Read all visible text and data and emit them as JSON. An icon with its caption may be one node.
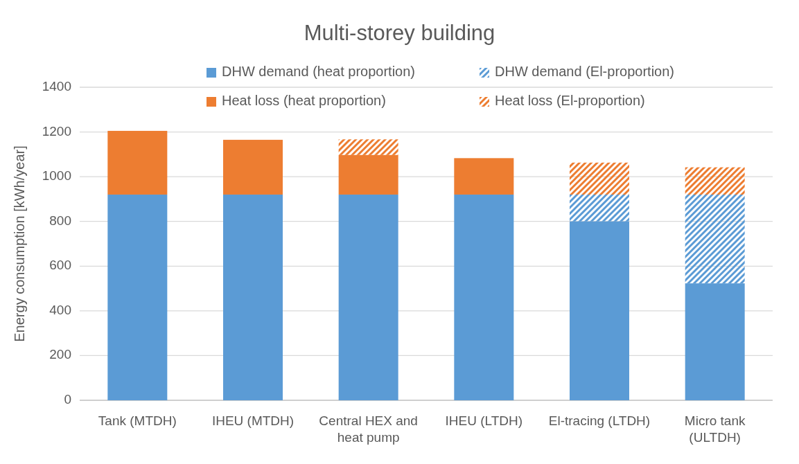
{
  "diagram": {
    "chart_data": {
      "type": "bar",
      "title": "Multi-storey building",
      "ylabel": "Energy consumption [kWh/year]",
      "categories": [
        "Tank (MTDH)",
        "IHEU (MTDH)",
        "Central HEX and heat pump",
        "IHEU (LTDH)",
        "El-tracing (LTDH)",
        "Micro tank (ULTDH)"
      ],
      "series": [
        {
          "name": "DHW demand (heat proportion)",
          "color": "#5b9bd5",
          "values": [
            920,
            920,
            920,
            920,
            800,
            523
          ]
        },
        {
          "name": "DHW demand (El-proportion)",
          "color": "#5b9bd5",
          "values": [
            null,
            null,
            null,
            null,
            120,
            397
          ]
        },
        {
          "name": "Heat loss (heat proportion)",
          "color": "#ed7d31",
          "values": [
            285,
            245,
            177,
            163,
            null,
            null
          ]
        },
        {
          "name": "Heat loss (El-proportion)",
          "color": "#ed7d31",
          "values": [
            null,
            null,
            70,
            null,
            143,
            122
          ]
        }
      ],
      "stacked": true,
      "grid": true,
      "legend": "top",
      "ylim": [
        0,
        1400
      ],
      "yticks": [
        0,
        200,
        400,
        600,
        800,
        1000,
        1200,
        1400
      ]
    }
  }
}
